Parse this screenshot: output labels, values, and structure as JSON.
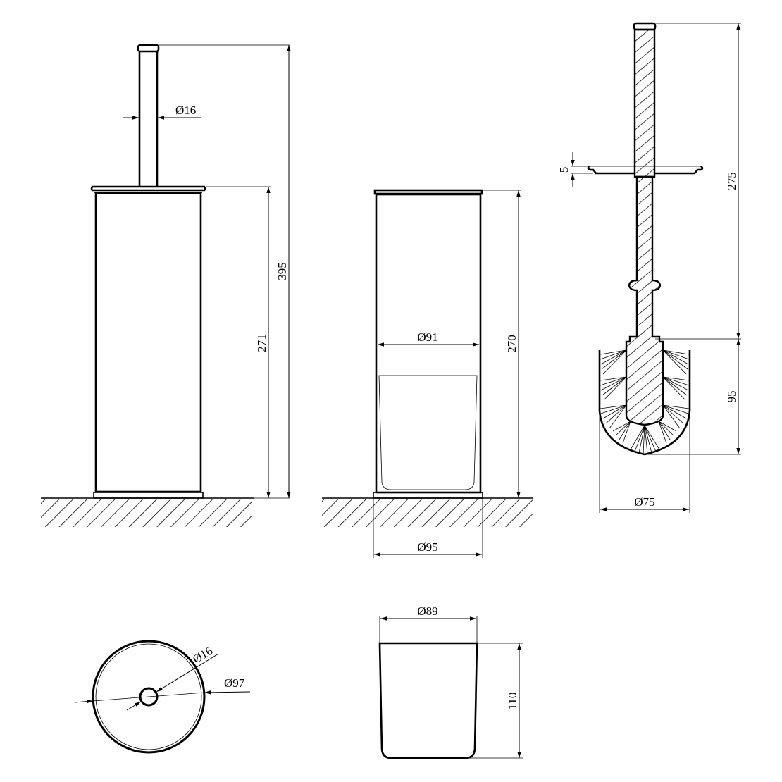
{
  "drawing": {
    "title": "Toilet brush holder technical drawing",
    "line_color": "#000000",
    "background": "#ffffff",
    "views": {
      "front_assembled": {
        "handle_diameter": "Ø16",
        "body_height": "271",
        "overall_height": "395"
      },
      "front_section": {
        "inner_diameter": "Ø91",
        "height": "270",
        "base_diameter": "Ø95"
      },
      "brush": {
        "disc_thickness": "5",
        "handle_length": "275",
        "head_length": "95",
        "head_diameter": "Ø75"
      },
      "top_view": {
        "handle_diameter": "Ø16",
        "outer_diameter": "Ø97"
      },
      "insert_cup": {
        "diameter": "Ø89",
        "height": "110"
      }
    }
  }
}
